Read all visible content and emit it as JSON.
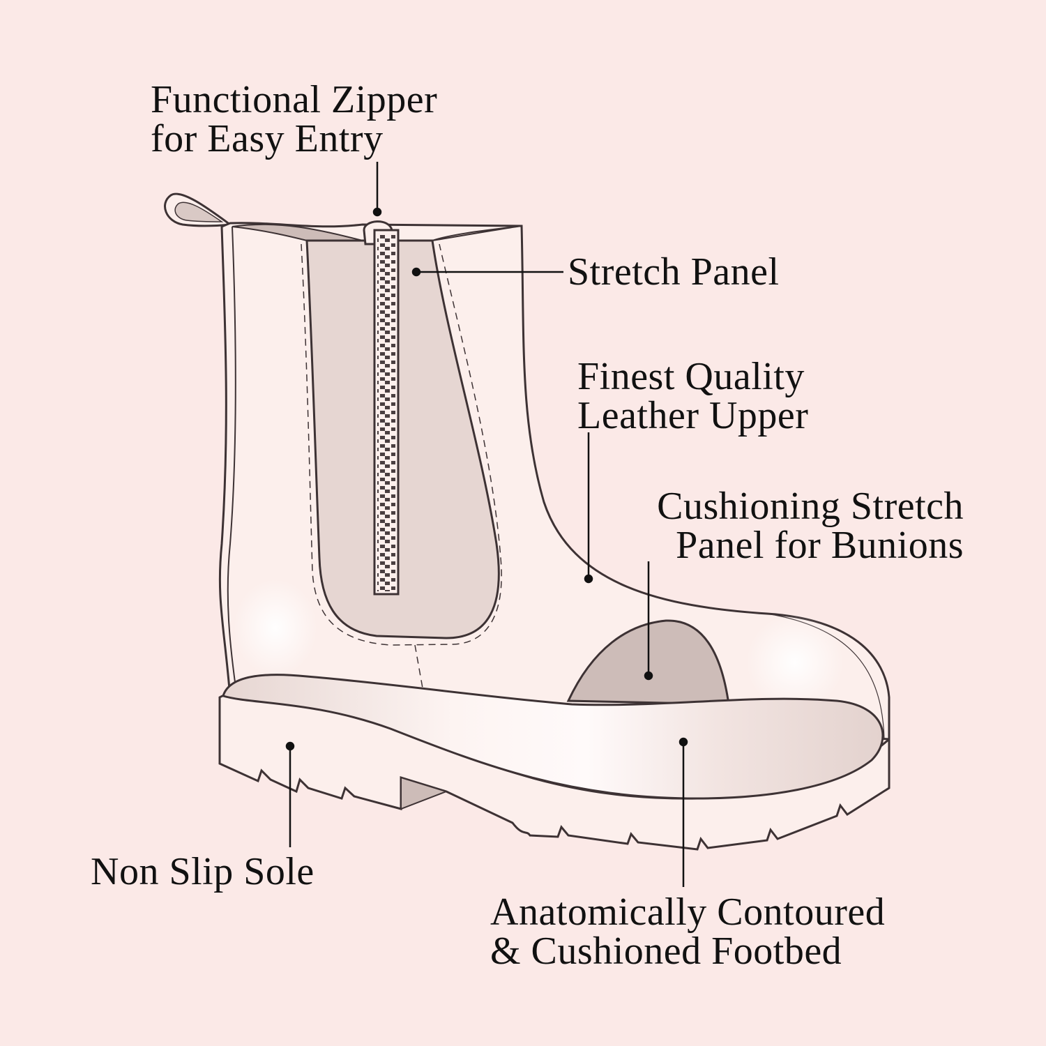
{
  "colors": {
    "background": "#fbe9e7",
    "boot_fill": "#fcefec",
    "panel_fill": "#e6d6d2",
    "outline": "#3d3234",
    "leader_line": "#111111"
  },
  "callouts": {
    "zipper": {
      "line1": "Functional Zipper",
      "line2": "for Easy Entry"
    },
    "stretch_panel": {
      "line1": "Stretch Panel"
    },
    "leather_upper": {
      "line1": "Finest Quality",
      "line2": "Leather Upper"
    },
    "bunion_panel": {
      "line1": "Cushioning Stretch",
      "line2": "Panel for Bunions"
    },
    "sole": {
      "line1": "Non Slip Sole"
    },
    "footbed": {
      "line1": "Anatomically Contoured",
      "line2": "& Cushioned Footbed"
    }
  }
}
